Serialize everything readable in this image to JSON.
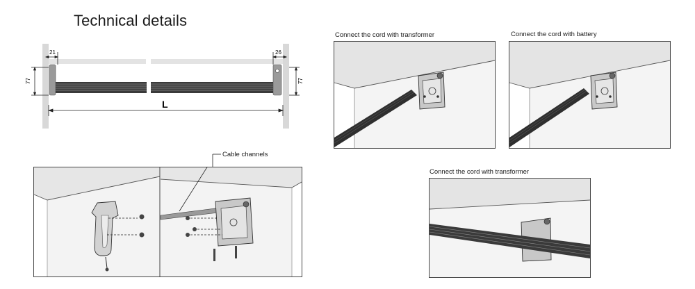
{
  "title": "Technical details",
  "dimension_drawing": {
    "dim_left_top": "21",
    "dim_right_top": "26",
    "dim_left_height": "77",
    "dim_right_height": "77",
    "length_label": "L"
  },
  "panels": {
    "transformer_top": {
      "caption": "Connect the cord with transformer"
    },
    "battery_top": {
      "caption": "Connect the cord with battery"
    },
    "transformer_bottom": {
      "caption": "Connect the cord with transformer"
    }
  },
  "install": {
    "callout": "Cable channels"
  }
}
